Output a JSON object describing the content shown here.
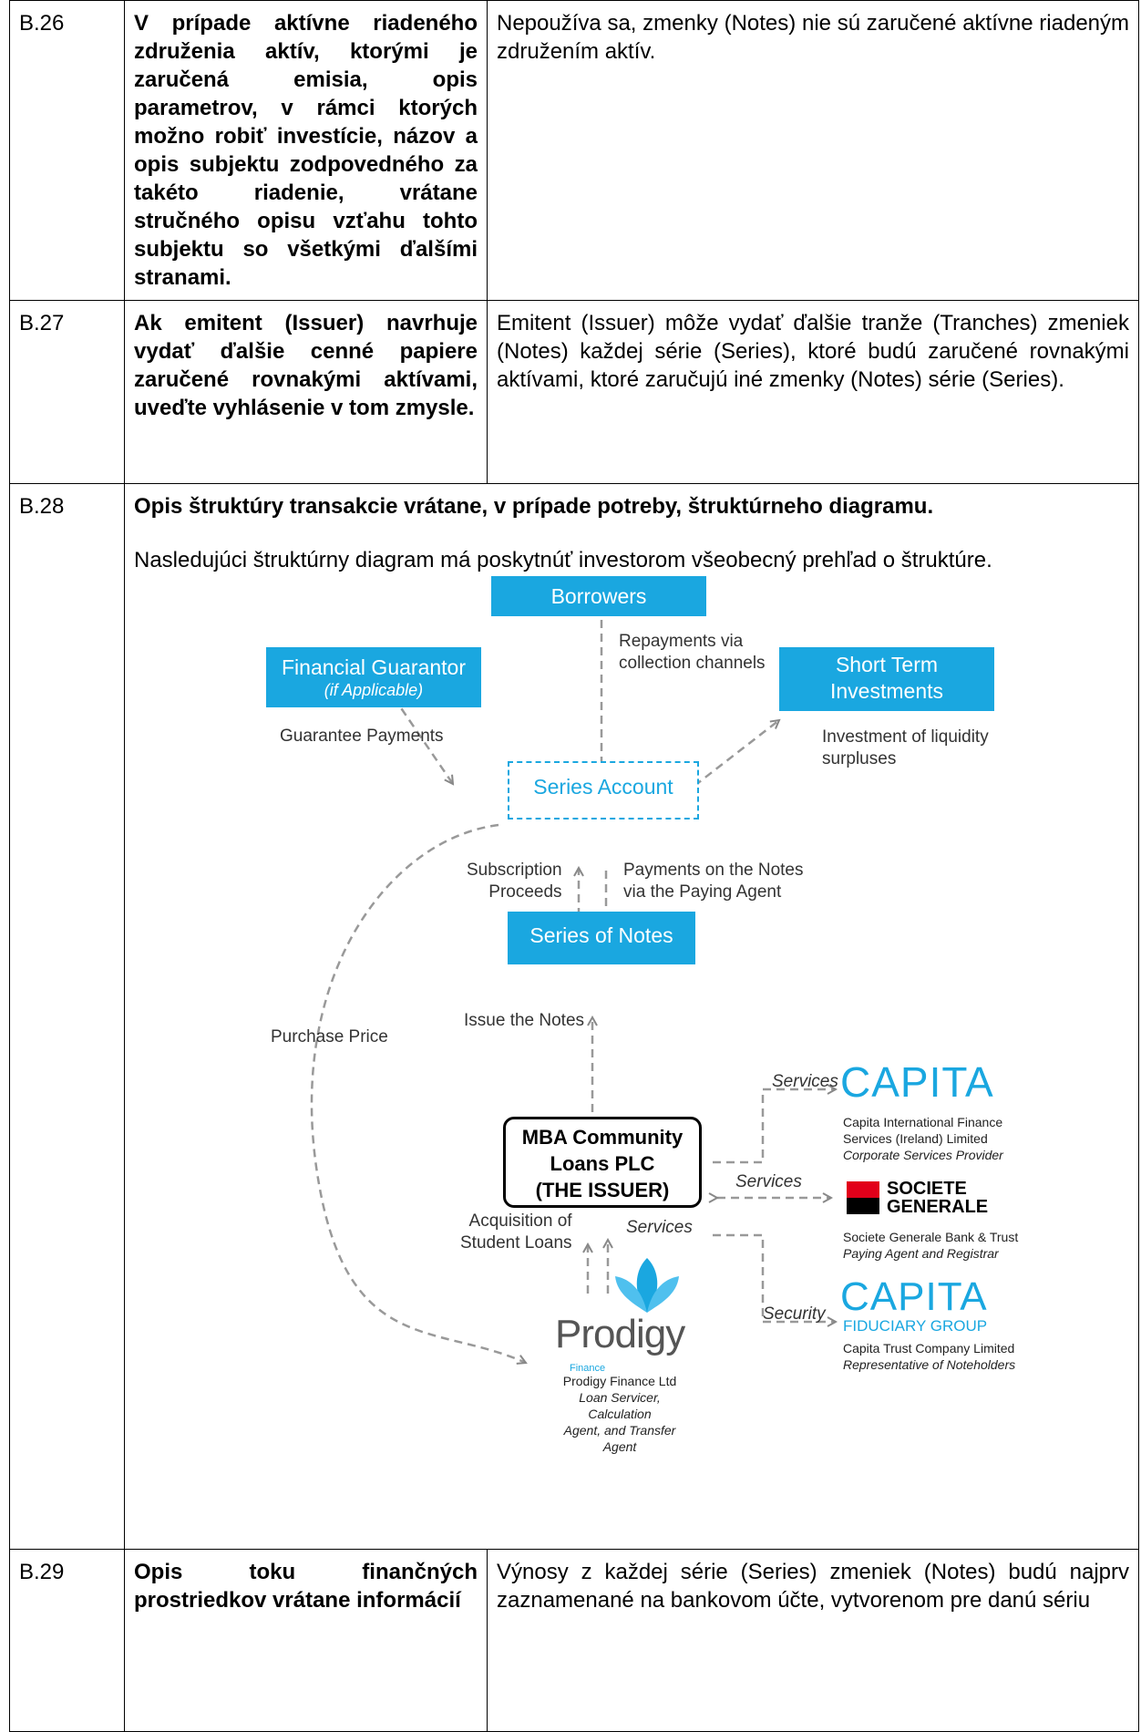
{
  "rows": [
    {
      "code": "B.26",
      "question": "V prípade aktívne riadeného združenia aktív, ktorými je zaručená emisia, opis parametrov, v rámci ktorých možno robiť investície, názov a opis subjektu zodpovedného za takéto riadenie, vrátane stručného opisu vzťahu tohto subjektu so všetkými ďalšími stranami.",
      "answer": "Nepoužíva sa, zmenky (Notes) nie sú zaručené aktívne riadeným združením aktív."
    },
    {
      "code": "B.27",
      "question": "Ak emitent (Issuer) navrhuje vydať ďalšie cenné papiere zaručené rovnakými aktívami, uveďte vyhlásenie v tom zmysle.",
      "answer": "Emitent (Issuer) môže vydať ďalšie tranže (Tranches) zmeniek (Notes) každej série (Series), ktoré budú zaručené rovnakými aktívami, ktoré zaručujú iné zmenky (Notes) série (Series)."
    },
    {
      "code": "B.28",
      "heading": "Opis štruktúry transakcie vrátane, v prípade potreby, štruktúrneho diagramu.",
      "intro": "Nasledujúci štruktúrny diagram má poskytnúť investorom všeobecný prehľad o štruktúre."
    },
    {
      "code": "B.29",
      "question": "Opis toku finančných prostriedkov vrátane informácií",
      "answer": "Výnosy z každej série (Series) zmeniek (Notes) budú najprv zaznamenané na bankovom účte, vytvorenom pre danú sériu"
    }
  ],
  "diagram": {
    "borrowers": "Borrowers",
    "repayments": [
      "Repayments via",
      "collection channels"
    ],
    "financial_guarantor": "Financial Guarantor",
    "if_applicable": "(if Applicable)",
    "guarantee_payments": "Guarantee Payments",
    "short_term_investments": [
      "Short Term",
      "Investments"
    ],
    "investment_liquidity": [
      "Investment of liquidity",
      "surpluses"
    ],
    "series_account": "Series Account",
    "subscription_proceeds": [
      "Subscription",
      "Proceeds"
    ],
    "payments_notes": [
      "Payments on the Notes",
      "via the Paying Agent"
    ],
    "series_of_notes": "Series of Notes",
    "purchase_price": "Purchase Price",
    "issue_notes": "Issue the Notes",
    "issuer": [
      "MBA Community",
      "Loans PLC",
      "(THE ISSUER)"
    ],
    "acquisition": [
      "Acquisition of",
      "Student Loans"
    ],
    "services": "Services",
    "security": "Security",
    "prodigy_logo": "Prodigy",
    "prodigy_sub": "Finance",
    "prodigy_desc": [
      "Prodigy Finance Ltd",
      "Loan Servicer, Calculation",
      "Agent, and Transfer Agent"
    ],
    "capita_logo": "CAPITA",
    "capita_desc": [
      "Capita International Finance",
      "Services (Ireland) Limited",
      "Corporate Services Provider"
    ],
    "sg_logo": [
      "SOCIETE",
      "GENERALE"
    ],
    "sg_desc": [
      "Societe Generale Bank & Trust",
      "Paying Agent and Registrar"
    ],
    "capita_fid_logo": "CAPITA",
    "capita_fid_sub": "FIDUCIARY GROUP",
    "capita_fid_desc": [
      "Capita Trust Company Limited",
      "Representative of Noteholders"
    ]
  }
}
